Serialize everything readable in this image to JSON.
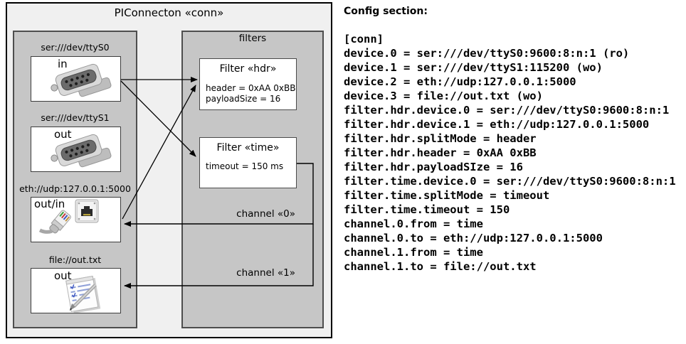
{
  "diagram": {
    "title": "PIConnecton «conn»",
    "filters_panel_title": "filters",
    "devices": [
      {
        "label": "ser:///dev/ttyS0",
        "direction": "in",
        "icon": "serial-connector-icon"
      },
      {
        "label": "ser:///dev/ttyS1",
        "direction": "out",
        "icon": "serial-connector-icon"
      },
      {
        "label": "eth://udp:127.0.0.1:5000",
        "direction": "out/in",
        "icon": "ethernet-icon"
      },
      {
        "label": "file://out.txt",
        "direction": "out",
        "icon": "notepad-icon"
      }
    ],
    "filters": [
      {
        "title": "Filter «hdr»",
        "attributes": [
          "header = 0xAA 0xBB",
          "payloadSize = 16"
        ]
      },
      {
        "title": "Filter «time»",
        "attributes": [
          "timeout = 150 ms"
        ]
      }
    ],
    "channels": [
      {
        "label": "channel «0»"
      },
      {
        "label": "channel «1»"
      }
    ]
  },
  "config": {
    "heading": "Config section:",
    "lines": [
      "[conn]",
      "device.0 = ser:///dev/ttyS0:9600:8:n:1 (ro)",
      "device.1 = ser:///dev/ttyS1:115200 (wo)",
      "device.2 = eth://udp:127.0.0.1:5000",
      "device.3 = file://out.txt (wo)",
      "filter.hdr.device.0 = ser:///dev/ttyS0:9600:8:n:1",
      "filter.hdr.device.1 = eth://udp:127.0.0.1:5000",
      "filter.hdr.splitMode = header",
      "filter.hdr.header = 0xAA 0xBB",
      "filter.hdr.payloadSIze = 16",
      "filter.time.device.0 = ser:///dev/ttyS0:9600:8:n:1",
      "filter.time.splitMode = timeout",
      "filter.time.timeout = 150",
      "channel.0.from = time",
      "channel.0.to = eth://udp:127.0.0.1:5000",
      "channel.1.from = time",
      "channel.1.to = file://out.txt"
    ]
  },
  "colors": {
    "page_background": "#ffffff",
    "outer_box_fill": "#f0f0f0",
    "panel_fill": "#c6c6c6",
    "panel_border": "#4e4e4e",
    "box_fill": "#ffffff",
    "box_border": "#3d3d3d",
    "line_color": "#000000",
    "text_color": "#000000"
  }
}
